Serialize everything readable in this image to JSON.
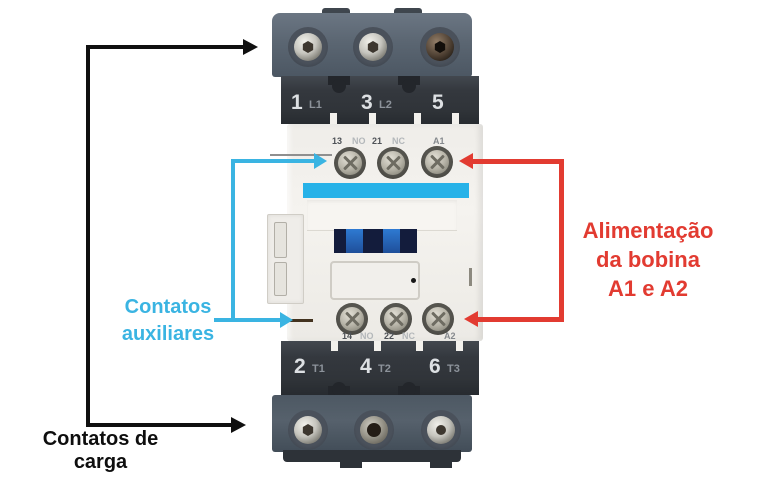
{
  "labels": {
    "load_contacts": {
      "line1": "Contatos de",
      "line2": "carga",
      "color": "#0e0e0e"
    },
    "aux_contacts": {
      "line1": "Contatos",
      "line2": "auxiliares",
      "color": "#3ab4e2"
    },
    "coil_supply": {
      "line1": "Alimentação",
      "line2": "da bobina",
      "line3": "A1 e A2",
      "color": "#e23b31"
    }
  },
  "contactor": {
    "top_terminal_row": [
      {
        "num": "1",
        "tag": "L1"
      },
      {
        "num": "3",
        "tag": "L2"
      },
      {
        "num": "5",
        "tag": ""
      }
    ],
    "aux_row_top": [
      "13",
      "NO",
      "21",
      "NC",
      "A1"
    ],
    "aux_row_bottom": [
      "14",
      "NO",
      "22",
      "NC",
      "A2"
    ],
    "bottom_terminal_row": [
      {
        "num": "2",
        "tag": "T1"
      },
      {
        "num": "4",
        "tag": "T2"
      },
      {
        "num": "6",
        "tag": "T3"
      }
    ],
    "colors": {
      "block_slate": "#5b6672",
      "band_dark": "#33373d",
      "body_white": "#f3f1ed",
      "stripe_cyan": "#27b2e8",
      "window_navy": "#131c3c",
      "window_blue": "#2e7ad2"
    }
  }
}
